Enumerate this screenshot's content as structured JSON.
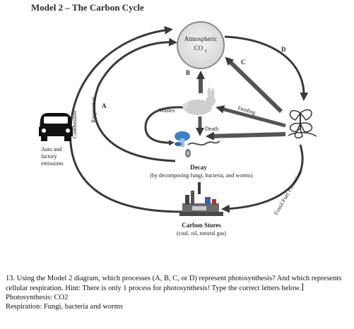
{
  "title": "Model 2 – The Carbon Cycle",
  "diagram": {
    "atmosphere": {
      "line1": "Atmospheric",
      "line2": "CO",
      "sub": "2"
    },
    "arrow_labels": {
      "a": "A",
      "b": "B",
      "c": "C",
      "d": "D"
    },
    "combustion": "Combustion",
    "respiration": "Respiration",
    "wastes": "Wastes",
    "feeding": "Feeding",
    "death": "Death",
    "emissions": [
      "Auto and",
      "factory",
      "emissions"
    ],
    "decay_title": "Decay",
    "decay_sub": "(by decomposing fungi, bacteria, and worms)",
    "fossil": "Fossil Fuel Formation",
    "stores_title": "Carbon Stores",
    "stores_sub": "(coal, oil, natural gas)"
  },
  "question": {
    "prompt": "13. Using the Model 2 diagram, which processes (A, B, C, or D) represent photosynthesis? And which represents cellular respiration. Hint: There is only 1 process for photosynthesis! Type the correct letters below.",
    "answer1": "Photosynthesis: CO2",
    "answer2": "Respiration: Fungi, bacteria and worms"
  },
  "colors": {
    "arrow": "#3a3a3a",
    "circle_fill": "#e4e4e4",
    "circle_stroke": "#8a8a8a"
  }
}
